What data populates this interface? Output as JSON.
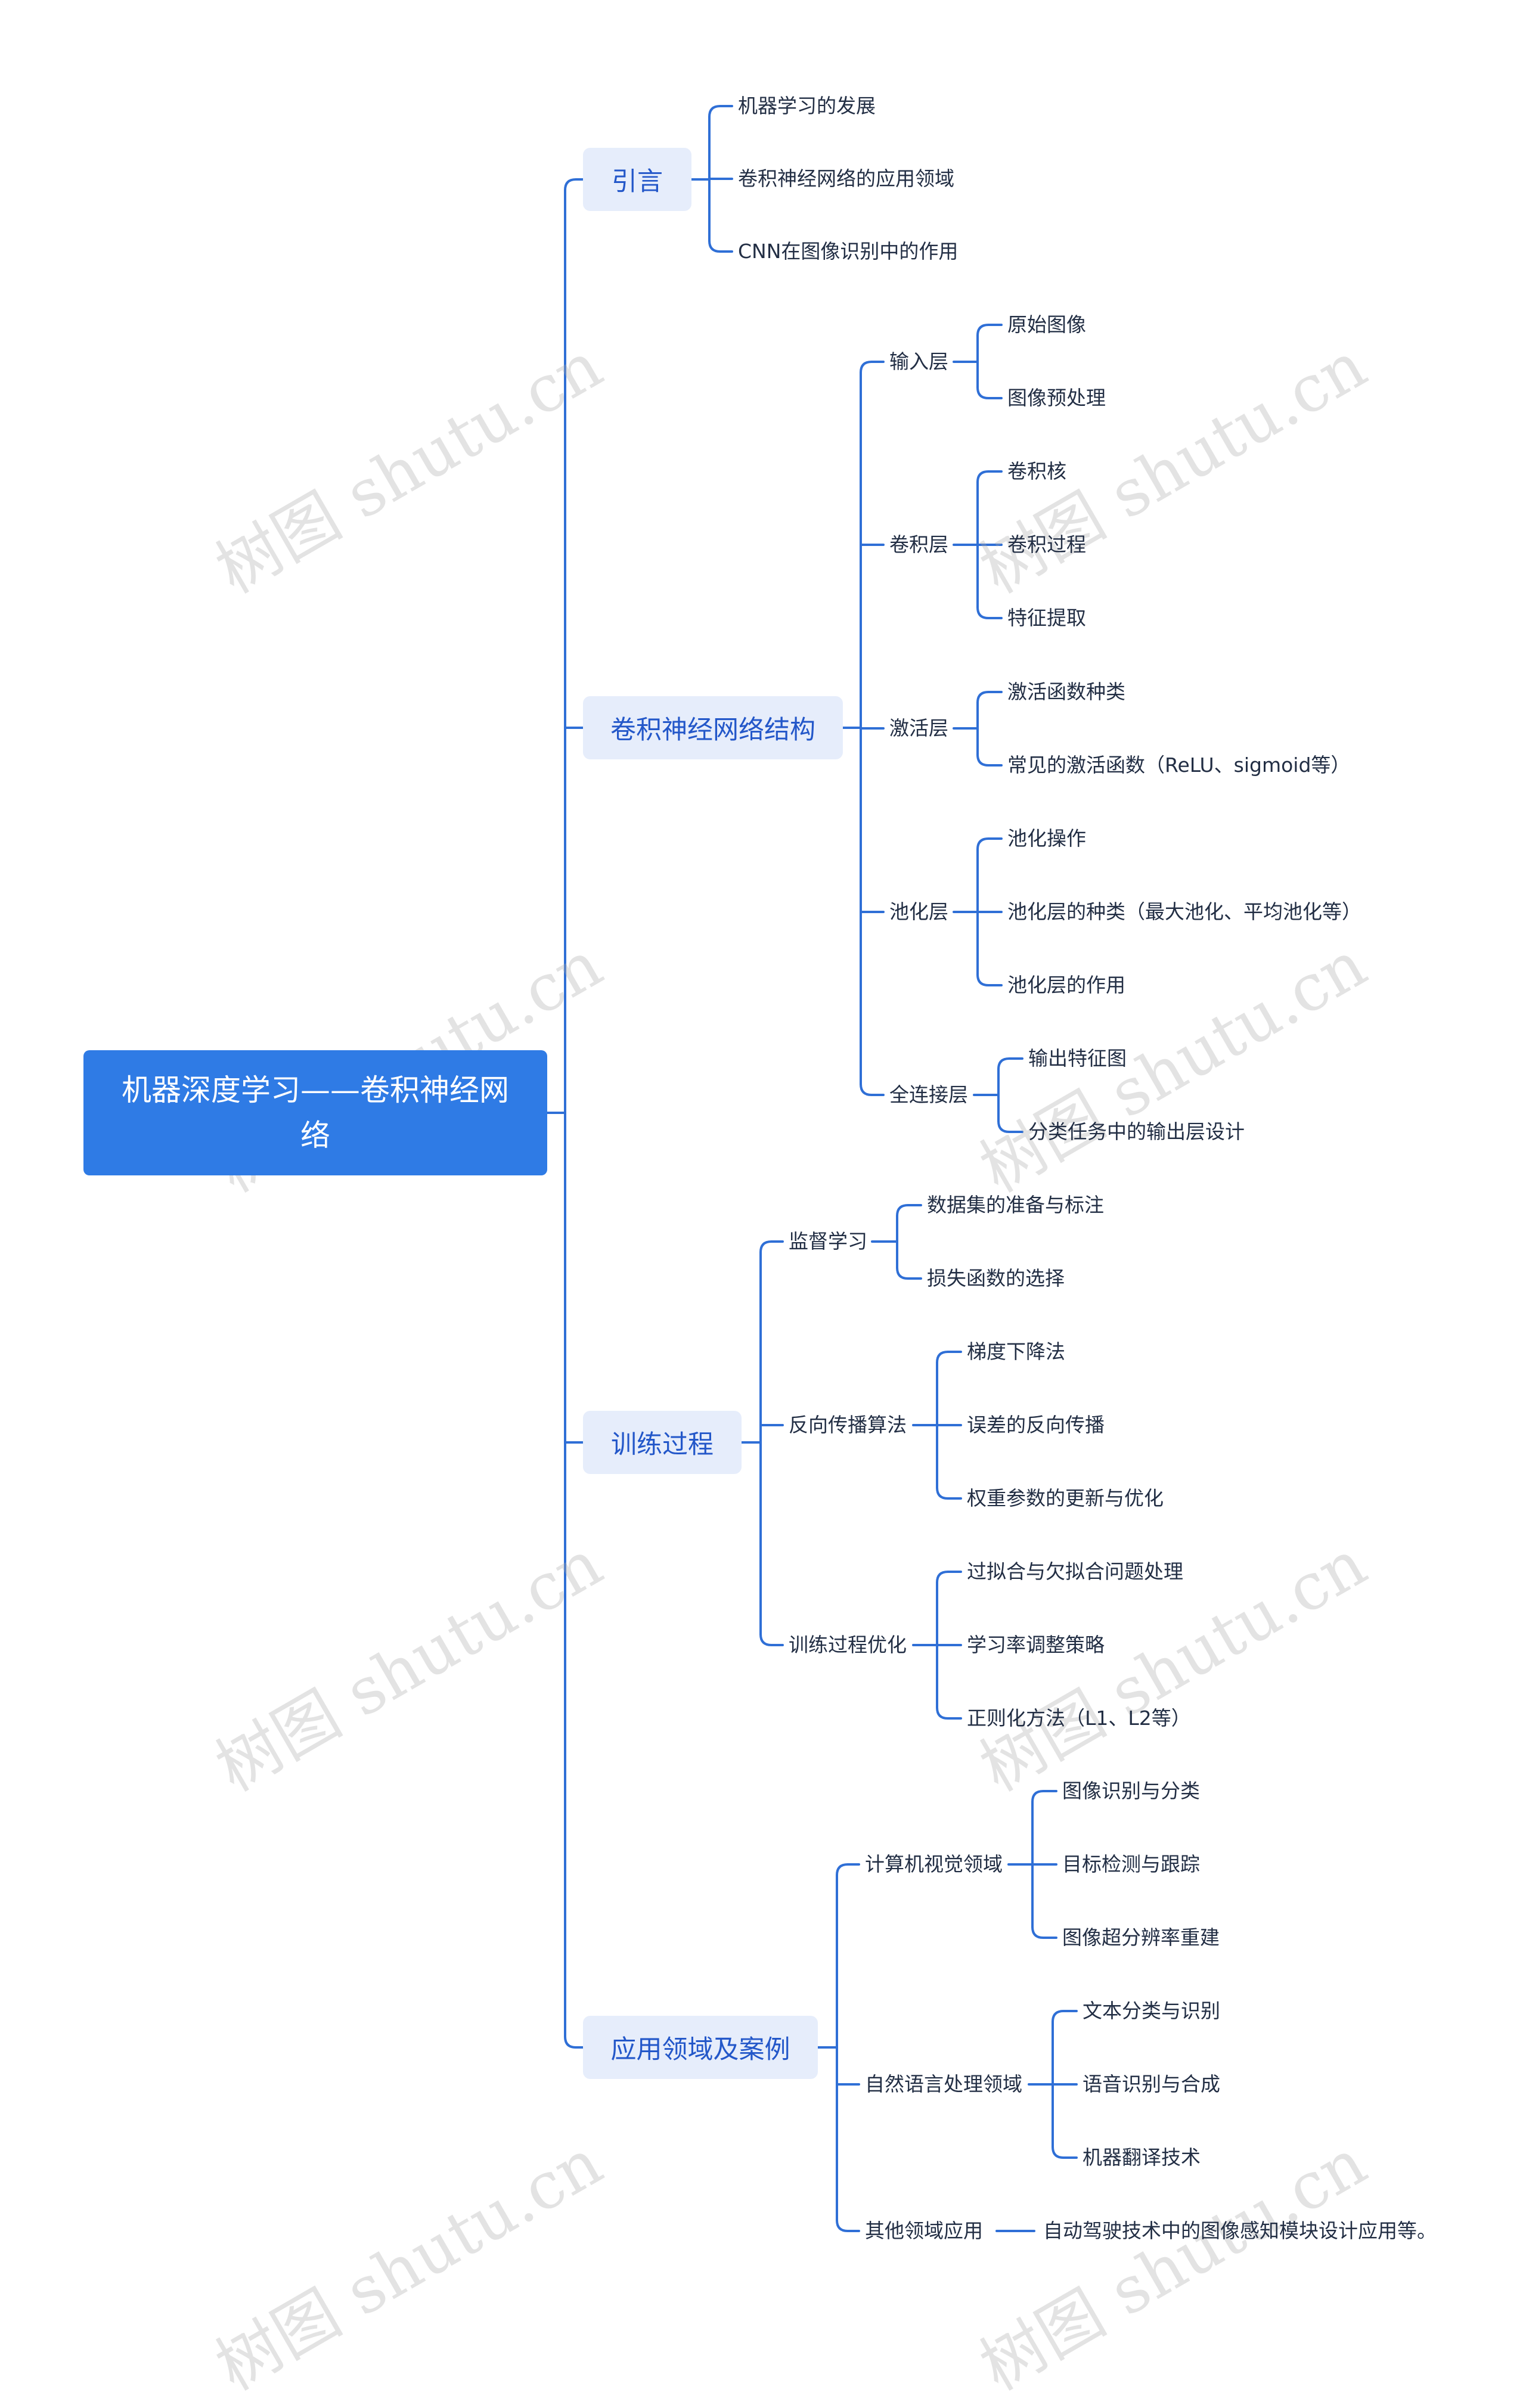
{
  "watermark": "树图 shutu.cn",
  "colors": {
    "root_bg": "#2f7be5",
    "branch_bg": "#e6edfb",
    "line": "#2f6fd6",
    "branch_text": "#2357c9"
  },
  "root": {
    "label": "机器深度学习——卷积神经网络"
  },
  "branches": [
    {
      "label": "引言",
      "children": [
        {
          "label": "机器学习的发展"
        },
        {
          "label": "卷积神经网络的应用领域"
        },
        {
          "label": "CNN在图像识别中的作用"
        }
      ]
    },
    {
      "label": "卷积神经网络结构",
      "children": [
        {
          "label": "输入层",
          "children": [
            {
              "label": "原始图像"
            },
            {
              "label": "图像预处理"
            }
          ]
        },
        {
          "label": "卷积层",
          "children": [
            {
              "label": "卷积核"
            },
            {
              "label": "卷积过程"
            },
            {
              "label": "特征提取"
            }
          ]
        },
        {
          "label": "激活层",
          "children": [
            {
              "label": "激活函数种类"
            },
            {
              "label": "常见的激活函数（ReLU、sigmoid等）"
            }
          ]
        },
        {
          "label": "池化层",
          "children": [
            {
              "label": "池化操作"
            },
            {
              "label": "池化层的种类（最大池化、平均池化等）"
            },
            {
              "label": "池化层的作用"
            }
          ]
        },
        {
          "label": "全连接层",
          "children": [
            {
              "label": "输出特征图"
            },
            {
              "label": "分类任务中的输出层设计"
            }
          ]
        }
      ]
    },
    {
      "label": "训练过程",
      "children": [
        {
          "label": "监督学习",
          "children": [
            {
              "label": "数据集的准备与标注"
            },
            {
              "label": "损失函数的选择"
            }
          ]
        },
        {
          "label": "反向传播算法",
          "children": [
            {
              "label": "梯度下降法"
            },
            {
              "label": "误差的反向传播"
            },
            {
              "label": "权重参数的更新与优化"
            }
          ]
        },
        {
          "label": "训练过程优化",
          "children": [
            {
              "label": "过拟合与欠拟合问题处理"
            },
            {
              "label": "学习率调整策略"
            },
            {
              "label": "正则化方法（L1、L2等）"
            }
          ]
        }
      ]
    },
    {
      "label": "应用领域及案例",
      "children": [
        {
          "label": "计算机视觉领域",
          "children": [
            {
              "label": "图像识别与分类"
            },
            {
              "label": "目标检测与跟踪"
            },
            {
              "label": "图像超分辨率重建"
            }
          ]
        },
        {
          "label": "自然语言处理领域",
          "children": [
            {
              "label": "文本分类与识别"
            },
            {
              "label": "语音识别与合成"
            },
            {
              "label": "机器翻译技术"
            }
          ]
        },
        {
          "label": "其他领域应用",
          "children": [
            {
              "label": "自动驾驶技术中的图像感知模块设计应用等。"
            }
          ]
        }
      ]
    }
  ]
}
